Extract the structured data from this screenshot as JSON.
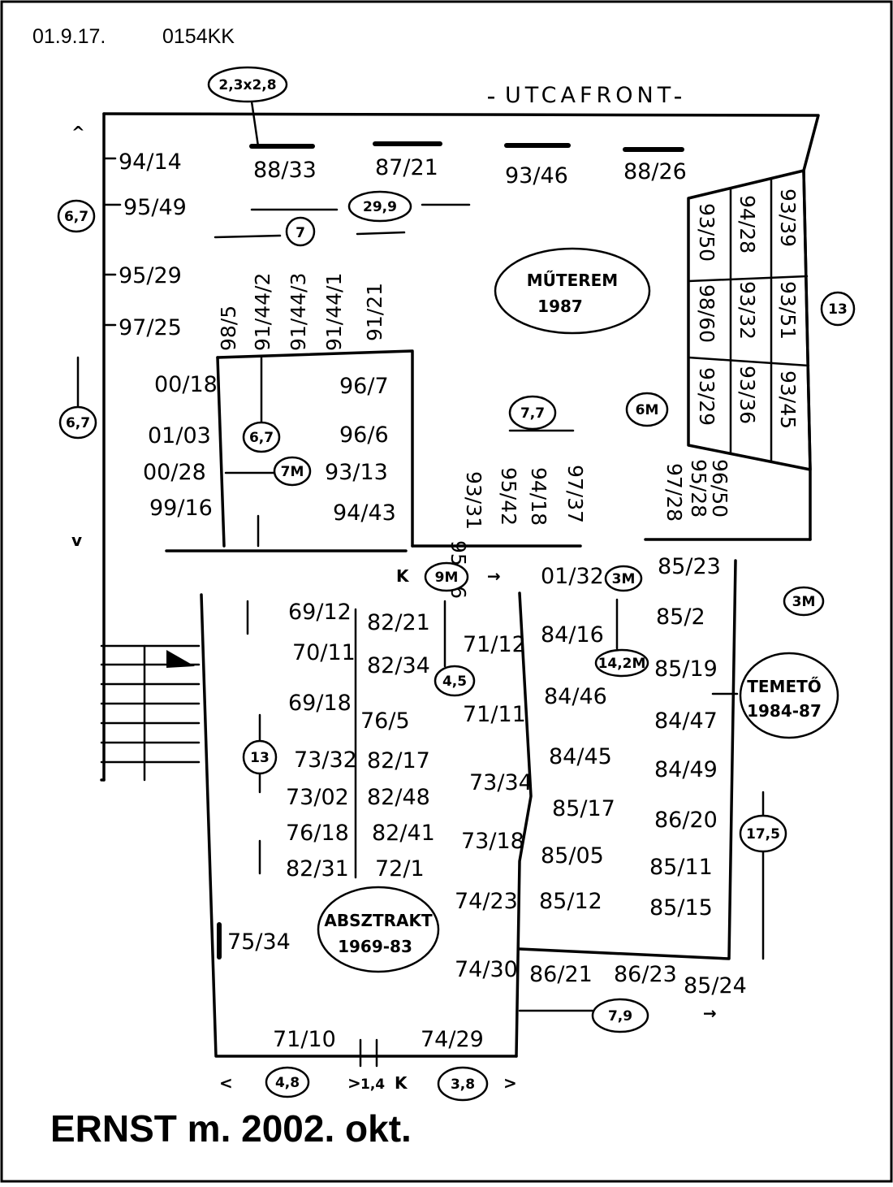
{
  "header": {
    "date": "01.9.17.",
    "code": "0154KK"
  },
  "footer": "ERNST m. 2002. okt.",
  "street_label": "UTCAFRONT",
  "window_size": "2,3x2,8",
  "front_windows": [
    "88/33",
    "87/21",
    "93/46",
    "88/26"
  ],
  "left_wall": [
    "94/14",
    "95/49",
    "95/29",
    "97/25"
  ],
  "inner_left": [
    "00/18",
    "01/03",
    "00/28",
    "99/16"
  ],
  "inner_right": [
    "96/7",
    "96/6",
    "93/13",
    "94/43"
  ],
  "inner_top": [
    "98/5",
    "91/44/2",
    "91/44/3",
    "91/44/1",
    "91/21"
  ],
  "corridor_top": [
    "95/46",
    "93/31",
    "95/42",
    "94/18",
    "97/37"
  ],
  "right_corridor_top": [
    "97/28",
    "95/28",
    "96/50"
  ],
  "right_grid": [
    [
      "93/50",
      "94/28",
      "93/39"
    ],
    [
      "98/60",
      "93/32",
      "93/51"
    ],
    [
      "93/29",
      "93/36",
      "93/45"
    ]
  ],
  "mid_labels": [
    "01/32",
    "85/23"
  ],
  "abs_left": [
    "69/12",
    "70/11",
    "69/18",
    "73/32",
    "73/02",
    "76/18",
    "82/31"
  ],
  "abs_mid": [
    "82/21",
    "82/34",
    "76/5",
    "82/17",
    "82/48",
    "82/41",
    "72/1"
  ],
  "abs_col3": [
    "71/12",
    "71/11",
    "73/34",
    "73/18",
    "74/23",
    "74/30"
  ],
  "abs_col4": [
    "84/16",
    "84/46",
    "84/45",
    "85/17",
    "85/05",
    "85/12"
  ],
  "abs_col5": [
    "85/2",
    "85/19",
    "84/47",
    "84/49",
    "86/20",
    "85/11",
    "85/15"
  ],
  "bottom_row": [
    "86/21",
    "86/23",
    "85/24"
  ],
  "bottom_wall": [
    "71/10",
    "74/29"
  ],
  "left_lower": "75/34",
  "circled": {
    "w67a": "6,7",
    "w7": "7",
    "w299": "29,9",
    "w13r": "13",
    "w67b": "6,7",
    "w67c": "6,7",
    "w7m": "7M",
    "w77": "7,7",
    "w6m": "6M",
    "w9m": "9M",
    "w3ma": "3M",
    "w3mb": "3M",
    "w45": "4,5",
    "w142": "14,2M",
    "w13l": "13",
    "w175": "17,5",
    "w79": "7,9",
    "w48": "4,8",
    "w38": "3,8"
  },
  "dim_14": "1,4",
  "room_labels": {
    "muterem_1": "MŰTEREM",
    "muterem_2": "1987",
    "temeto_1": "TEMETŐ",
    "temeto_2": "1984-87",
    "absztrakt_1": "ABSZTRAKT",
    "absztrakt_2": "1969-83"
  }
}
